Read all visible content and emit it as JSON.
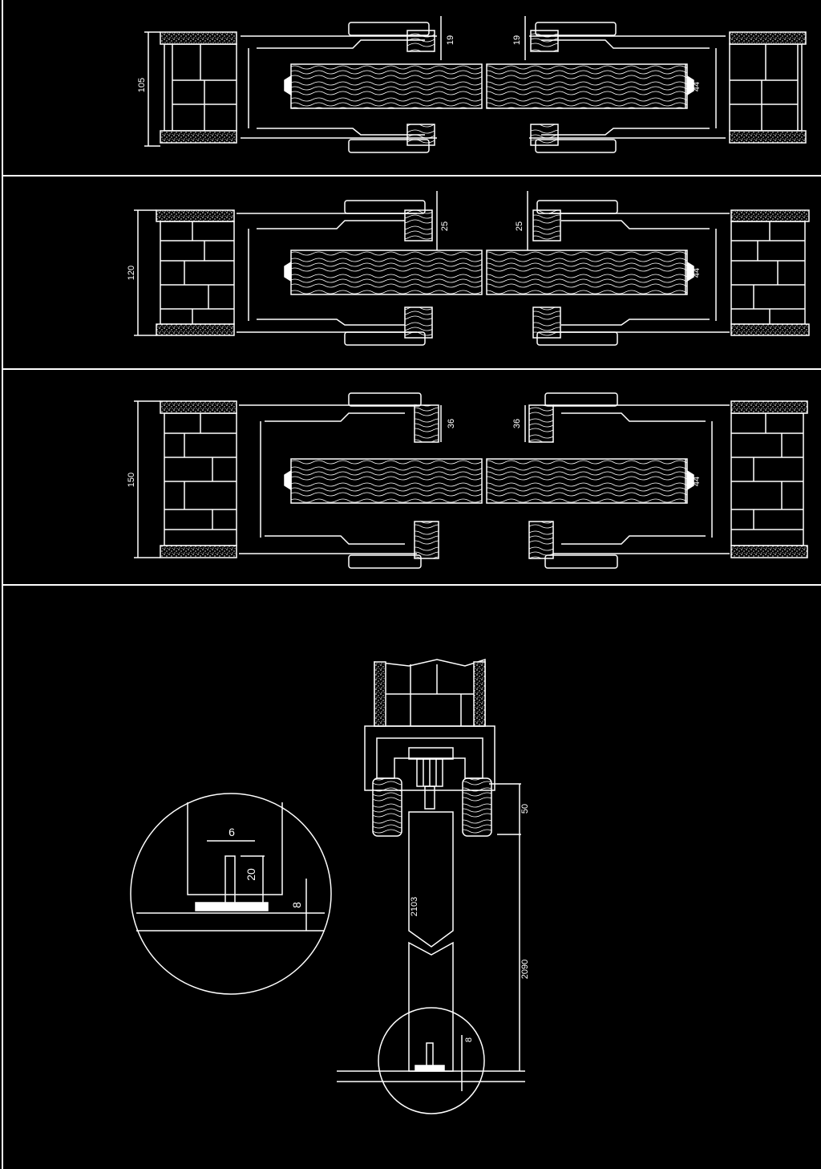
{
  "colors": {
    "background": "#000000",
    "line": "#ffffff"
  },
  "sections": [
    {
      "wall_dim": "105",
      "gap_dim_left": "19",
      "gap_dim_right": "19",
      "door_dim": "44"
    },
    {
      "wall_dim": "120",
      "gap_dim_left": "25",
      "gap_dim_right": "25",
      "door_dim": "44"
    },
    {
      "wall_dim": "150",
      "gap_dim_left": "36",
      "gap_dim_right": "36",
      "door_dim": "44"
    }
  ],
  "elevation": {
    "track_dim": "50",
    "height_dim": "2090",
    "door_height_dim": "2103",
    "floor_gap_dim": "8"
  },
  "detail": {
    "guide_width_dim": "6",
    "guide_height_dim": "20",
    "floor_gap_dim": "8"
  }
}
